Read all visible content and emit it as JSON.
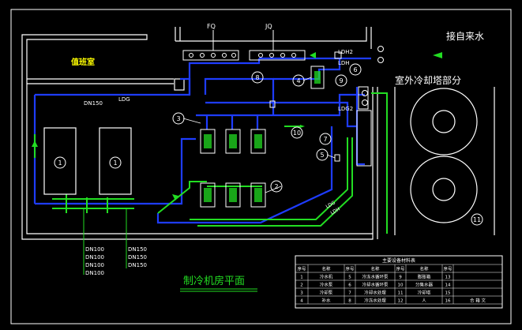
{
  "labels": {
    "fq": "FQ",
    "jq": "JQ",
    "ldh2": "LDH2",
    "ldh": "LDH",
    "ldg": "LDG",
    "ldg2": "LDG2",
    "dn150_main": "DN150",
    "room_label": "值班室",
    "tap_water": "接自来水",
    "tower_section": "室外冷却塔部分",
    "plan_title": "制冷机房平面",
    "ld_pipe1": "LDG",
    "ld_pipe2": "LDH"
  },
  "pipe_sizes": {
    "left": [
      "DN100",
      "DN100",
      "DN100",
      "DN100"
    ],
    "right": [
      "DN150",
      "DN150",
      "DN150"
    ]
  },
  "markers": [
    "1",
    "1",
    "2",
    "3",
    "4",
    "5",
    "6",
    "7",
    "8",
    "9",
    "10",
    "11"
  ],
  "table": {
    "title": "主要设备材料表",
    "headers": [
      "序号",
      "名称",
      "序号",
      "名称",
      "序号",
      "名称",
      "序号"
    ],
    "rows": [
      [
        "1",
        "冷水机",
        "5",
        "冷冻水循环泵",
        "9",
        "膨胀箱",
        "13"
      ],
      [
        "2",
        "冷水泵",
        "6",
        "冷却水循环泵",
        "10",
        "分集水器",
        "14"
      ],
      [
        "3",
        "冷却泵",
        "7",
        "冷却水处理",
        "11",
        "冷却塔",
        "15"
      ],
      [
        "4",
        "补水",
        "8",
        "冷冻水处理",
        "12",
        "人",
        "16"
      ]
    ],
    "footer": "合 箱 文"
  },
  "colors": {
    "background": "#000000",
    "wall": "#ffffff",
    "chilled_pipe": "#1e3cff",
    "cooling_pipe": "#22dd22",
    "equipment": "#ffffff",
    "label": "#ffffff",
    "marker": "#ffffff",
    "yellow": "#ffff00"
  }
}
